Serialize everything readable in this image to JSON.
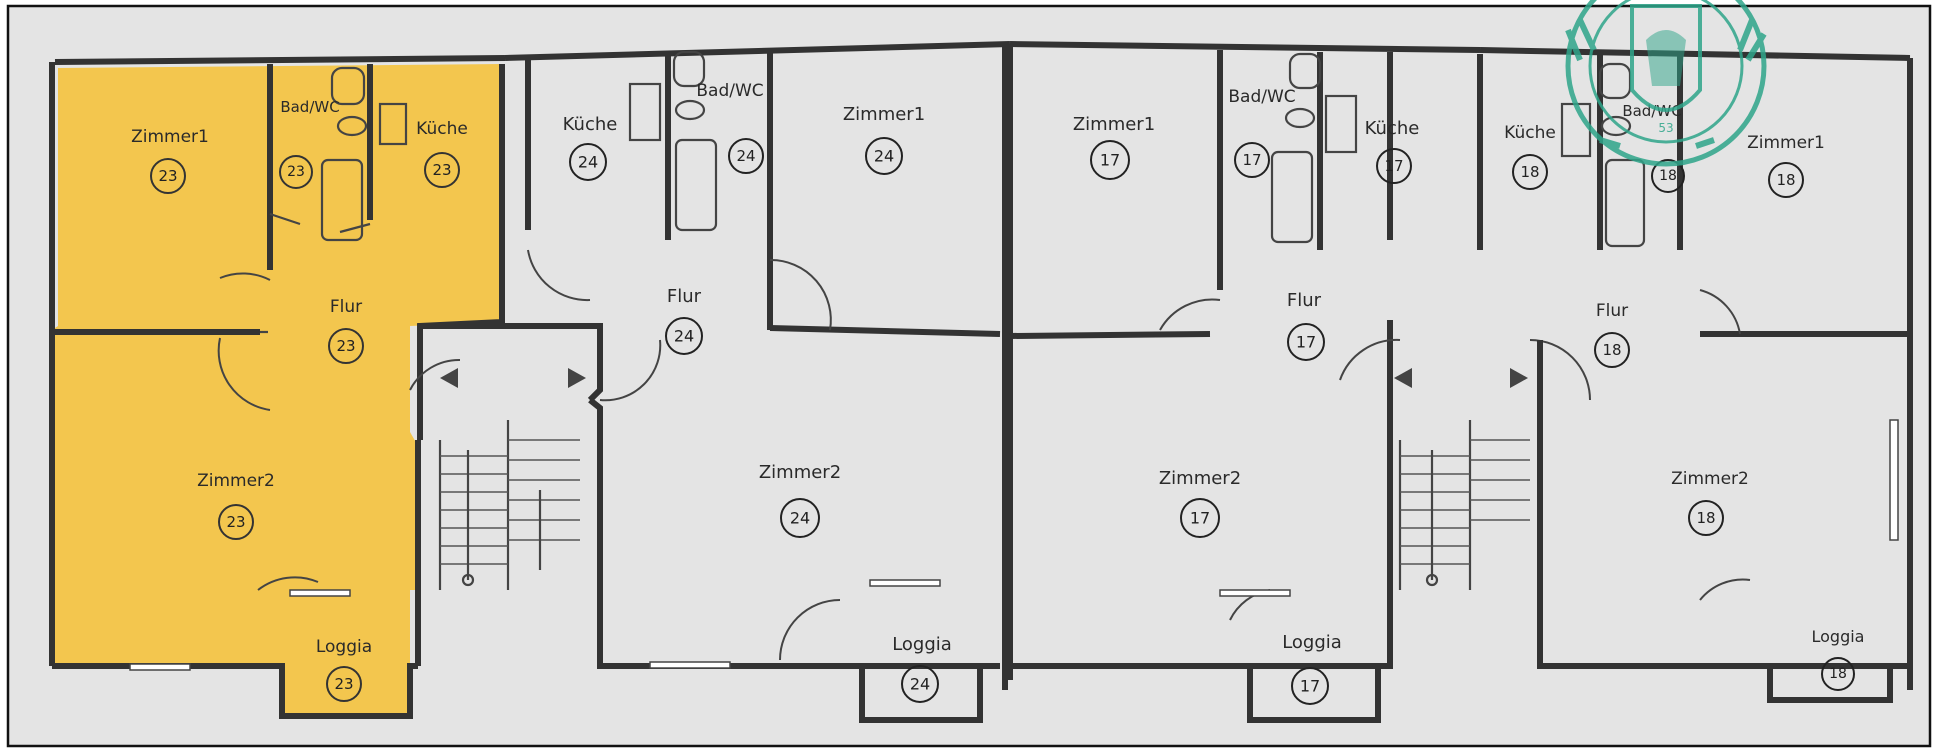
{
  "apartments": [
    {
      "number": "23",
      "highlighted": true,
      "rooms": {
        "zimmer1": "Zimmer1",
        "bad": "Bad/WC",
        "kueche": "Küche",
        "flur": "Flur",
        "zimmer2": "Zimmer2",
        "loggia": "Loggia"
      }
    },
    {
      "number": "24",
      "highlighted": false,
      "rooms": {
        "zimmer1": "Zimmer1",
        "bad": "Bad/WC",
        "kueche": "Küche",
        "flur": "Flur",
        "zimmer2": "Zimmer2",
        "loggia": "Loggia"
      }
    },
    {
      "number": "17",
      "highlighted": false,
      "rooms": {
        "zimmer1": "Zimmer1",
        "bad": "Bad/WC",
        "kueche": "Küche",
        "flur": "Flur",
        "zimmer2": "Zimmer2",
        "loggia": "Loggia"
      }
    },
    {
      "number": "18",
      "highlighted": false,
      "rooms": {
        "zimmer1": "Zimmer1",
        "bad": "Bad/WC",
        "kueche": "Küche",
        "flur": "Flur",
        "zimmer2": "Zimmer2",
        "loggia": "Loggia"
      }
    }
  ],
  "stamp": {
    "number": "53",
    "color": "#2fa58a"
  },
  "colors": {
    "highlight": "#f3c64e",
    "background": "#e6e6e6",
    "lines": "#333333"
  }
}
